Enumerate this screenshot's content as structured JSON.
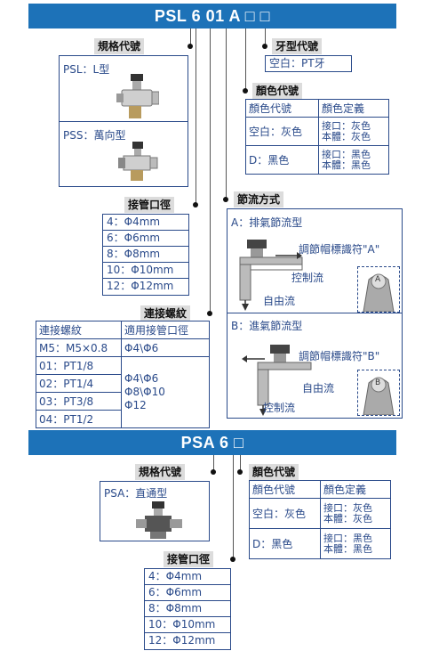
{
  "top": {
    "banner": "PSL 6 01 A □ □",
    "spec_label": "規格代號",
    "spec_items": [
      "PSL：L型",
      "PSS：萬向型"
    ],
    "thread_label": "牙型代號",
    "thread_value": "空白：PT牙",
    "color_label": "顏色代號",
    "color_table": {
      "headers": [
        "顏色代號",
        "顏色定義"
      ],
      "rows": [
        {
          "code": "空白：灰色",
          "def1": "接口：灰色",
          "def2": "本體：灰色"
        },
        {
          "code": "D：黑色",
          "def1": "接口：黑色",
          "def2": "本體：黑色"
        }
      ]
    },
    "tube_label": "接管口徑",
    "tube_items": [
      "4：Φ4mm",
      "6：Φ6mm",
      "8：Φ8mm",
      "10：Φ10mm",
      "12：Φ12mm"
    ],
    "flow_label": "節流方式",
    "flow_a_title": "A：排氣節流型",
    "flow_a_cap": "調節帽標識符\"A\"",
    "flow_a_control": "控制流",
    "flow_a_free": "自由流",
    "flow_a_knob": "A",
    "flow_b_title": "B：進氣節流型",
    "flow_b_cap": "調節帽標識符\"B\"",
    "flow_b_free": "自由流",
    "flow_b_control": "控制流",
    "flow_b_knob": "B",
    "conn_label": "連接螺紋",
    "conn_table": {
      "headers": [
        "連接螺紋",
        "適用接管口徑"
      ],
      "m5_row": {
        "thread": "M5：M5×0.8",
        "tube": "Φ4\\Φ6"
      },
      "pt_rows": [
        "01：PT1/8",
        "02：PT1/4",
        "03：PT3/8",
        "04：PT1/2"
      ],
      "pt_tubes": [
        "Φ4\\Φ6",
        "Φ8\\Φ10",
        "Φ12"
      ]
    }
  },
  "bottom": {
    "banner": "PSA 6 □",
    "spec_label": "規格代號",
    "spec_item": "PSA：直通型",
    "color_label": "顏色代號",
    "color_table": {
      "headers": [
        "顏色代號",
        "顏色定義"
      ],
      "rows": [
        {
          "code": "空白：灰色",
          "def1": "接口：灰色",
          "def2": "本體：灰色"
        },
        {
          "code": "D：黑色",
          "def1": "接口：黑色",
          "def2": "本體：黑色"
        }
      ]
    },
    "tube_label": "接管口徑",
    "tube_items": [
      "4：Φ4mm",
      "6：Φ6mm",
      "8：Φ8mm",
      "10：Φ10mm",
      "12：Φ12mm"
    ]
  },
  "colors": {
    "banner": "#1d72b8",
    "text": "#2a4a8a",
    "label_bg": "#dcdcdc"
  }
}
